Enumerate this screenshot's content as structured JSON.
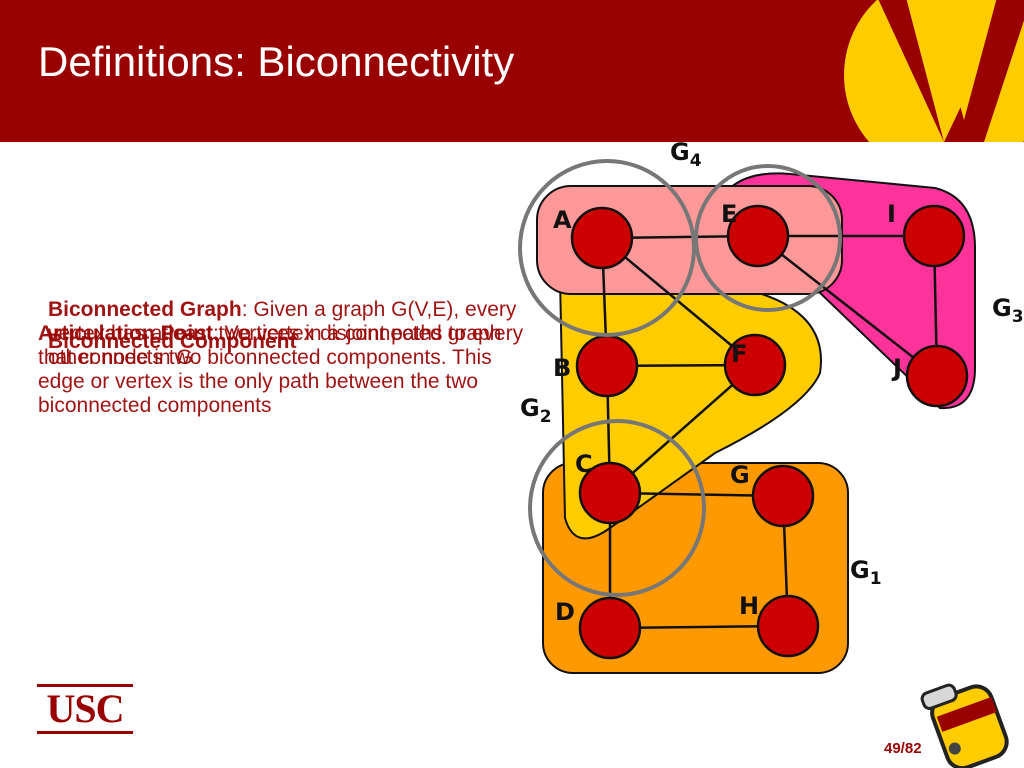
{
  "slide": {
    "title": "Definitions: Biconnectivity",
    "page_number": "49/82",
    "logo_text": "USC"
  },
  "definitions": {
    "biconnected_graph": {
      "term": "Biconnected Graph",
      "body": ": Given a graph G(V,E), every vertex has atleast two vertex disjoint paths to every other node in G"
    },
    "articulation_point": {
      "term": "Articulation Point",
      "body": ": Vertices in a connected graph that connects two biconnected components. This edge or vertex is the only path between the two biconnected components"
    },
    "biconnected_component": {
      "term": "Biconnected Component",
      "body": ""
    }
  },
  "graph": {
    "regions": [
      {
        "id": "G1",
        "letter": "G",
        "sub": "1",
        "color": "#ff9900"
      },
      {
        "id": "G2",
        "letter": "G",
        "sub": "2",
        "color": "#ffcc00"
      },
      {
        "id": "G3",
        "letter": "G",
        "sub": "3",
        "color": "#ff3399"
      },
      {
        "id": "G4",
        "letter": "G",
        "sub": "4",
        "color": "#ff9999"
      }
    ],
    "nodes": [
      {
        "id": "A",
        "label": "A"
      },
      {
        "id": "B",
        "label": "B"
      },
      {
        "id": "C",
        "label": "C"
      },
      {
        "id": "D",
        "label": "D"
      },
      {
        "id": "E",
        "label": "E"
      },
      {
        "id": "F",
        "label": "F"
      },
      {
        "id": "G",
        "label": "G"
      },
      {
        "id": "H",
        "label": "H"
      },
      {
        "id": "I",
        "label": "I"
      },
      {
        "id": "J",
        "label": "J"
      }
    ],
    "edges": [
      [
        "A",
        "E"
      ],
      [
        "E",
        "I"
      ],
      [
        "I",
        "J"
      ],
      [
        "E",
        "J"
      ],
      [
        "A",
        "B"
      ],
      [
        "A",
        "F"
      ],
      [
        "B",
        "F"
      ],
      [
        "B",
        "C"
      ],
      [
        "C",
        "F"
      ],
      [
        "C",
        "G"
      ],
      [
        "G",
        "H"
      ],
      [
        "H",
        "D"
      ],
      [
        "C",
        "D"
      ]
    ],
    "node_color": "#cc0000",
    "highlight_nodes": [
      "A",
      "E",
      "C"
    ]
  },
  "colors": {
    "brand": "#990000",
    "accent_gold": "#ffcc00"
  }
}
